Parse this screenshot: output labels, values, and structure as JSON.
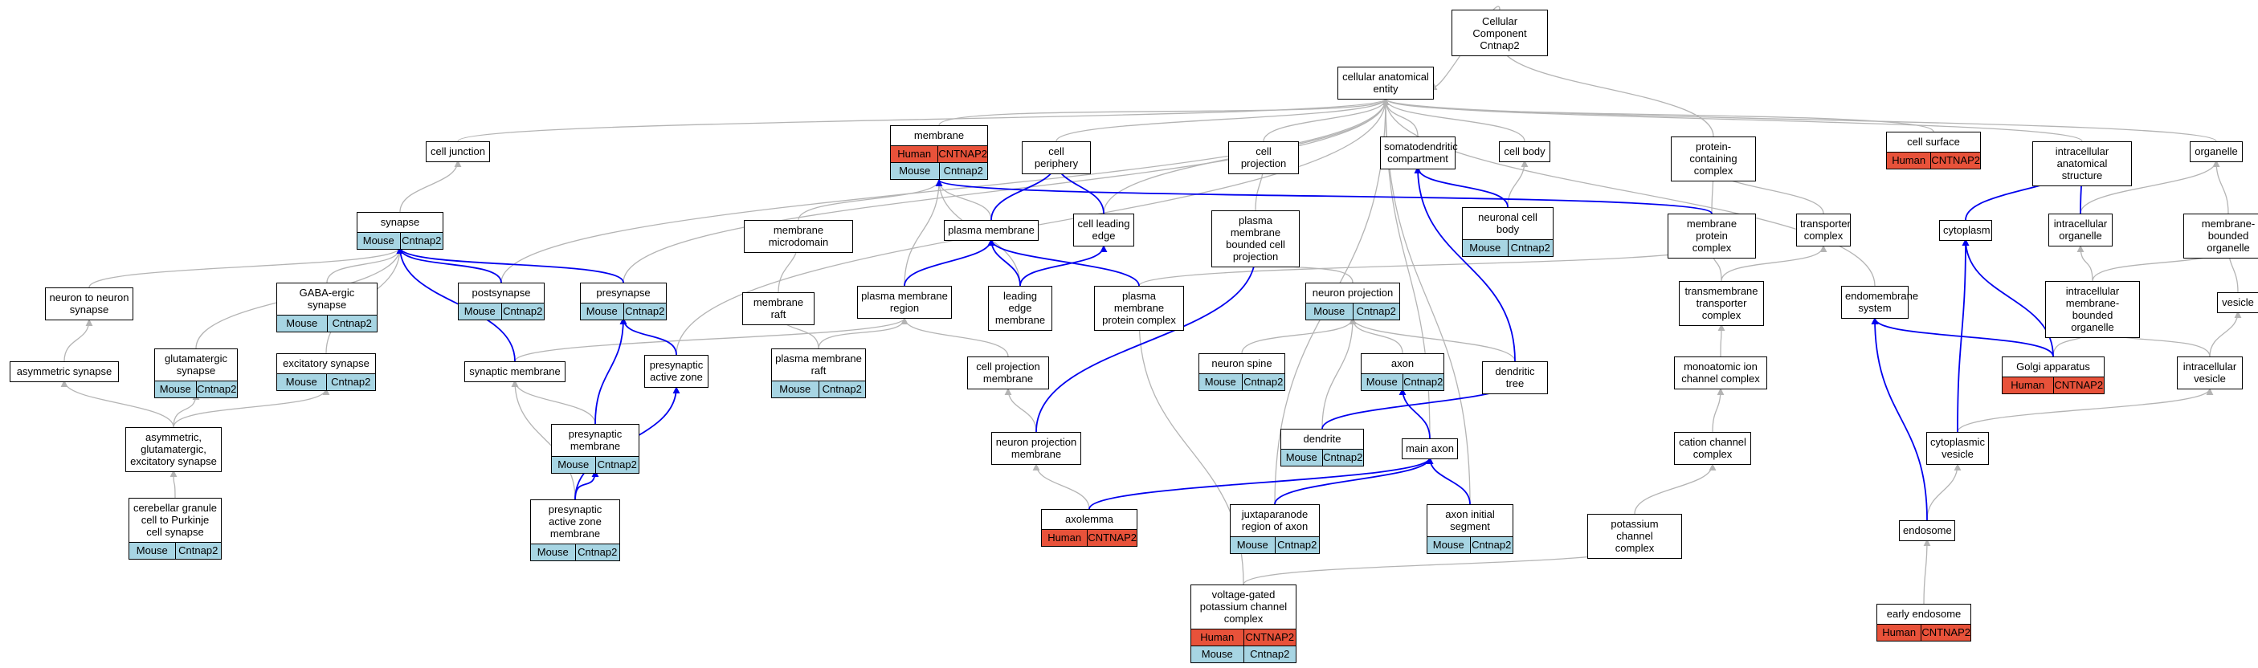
{
  "colors": {
    "isa_edge": "#b4b4b4",
    "partof_edge": "#0000ee",
    "human_badge": "#e8523a",
    "mouse_badge": "#a7d5e3"
  },
  "nodes": [
    {
      "id": "root",
      "lines": [
        "Cellular Component",
        "Cntnap2"
      ],
      "badges": []
    },
    {
      "id": "cae",
      "lines": [
        "cellular anatomical",
        "entity"
      ],
      "badges": []
    },
    {
      "id": "cell_junction",
      "lines": [
        "cell junction"
      ],
      "badges": []
    },
    {
      "id": "membrane",
      "lines": [
        "membrane"
      ],
      "badges": [
        [
          "Human",
          "CNTNAP2"
        ],
        [
          "Mouse",
          "Cntnap2"
        ]
      ]
    },
    {
      "id": "cell_periphery",
      "lines": [
        "cell periphery"
      ],
      "badges": []
    },
    {
      "id": "cell_projection",
      "lines": [
        "cell projection"
      ],
      "badges": []
    },
    {
      "id": "somatodendritic",
      "lines": [
        "somatodendritic",
        "compartment"
      ],
      "badges": []
    },
    {
      "id": "cell_body",
      "lines": [
        "cell body"
      ],
      "badges": []
    },
    {
      "id": "protein_containing",
      "lines": [
        "protein-containing",
        "complex"
      ],
      "badges": []
    },
    {
      "id": "cell_surface",
      "lines": [
        "cell surface"
      ],
      "badges": [
        [
          "Human",
          "CNTNAP2"
        ]
      ]
    },
    {
      "id": "intracellular_anat",
      "lines": [
        "intracellular anatomical structure"
      ],
      "badges": []
    },
    {
      "id": "organelle",
      "lines": [
        "organelle"
      ],
      "badges": []
    },
    {
      "id": "synapse",
      "lines": [
        "synapse"
      ],
      "badges": [
        [
          "Mouse",
          "Cntnap2"
        ]
      ]
    },
    {
      "id": "membrane_microdomain",
      "lines": [
        "membrane microdomain"
      ],
      "badges": []
    },
    {
      "id": "plasma_membrane",
      "lines": [
        "plasma membrane"
      ],
      "badges": []
    },
    {
      "id": "cell_leading_edge",
      "lines": [
        "cell leading",
        "edge"
      ],
      "badges": []
    },
    {
      "id": "pm_bounded_cp",
      "lines": [
        "plasma membrane",
        "bounded cell",
        "projection"
      ],
      "badges": []
    },
    {
      "id": "neuronal_cell_body",
      "lines": [
        "neuronal cell",
        "body"
      ],
      "badges": [
        [
          "Mouse",
          "Cntnap2"
        ]
      ]
    },
    {
      "id": "membrane_protein_complex",
      "lines": [
        "membrane protein",
        "complex"
      ],
      "badges": []
    },
    {
      "id": "transporter_complex",
      "lines": [
        "transporter",
        "complex"
      ],
      "badges": []
    },
    {
      "id": "cytoplasm",
      "lines": [
        "cytoplasm"
      ],
      "badges": []
    },
    {
      "id": "intracellular_organelle",
      "lines": [
        "intracellular",
        "organelle"
      ],
      "badges": []
    },
    {
      "id": "membrane_bounded_organelle",
      "lines": [
        "membrane-bounded",
        "organelle"
      ],
      "badges": []
    },
    {
      "id": "neuron_to_neuron",
      "lines": [
        "neuron to neuron",
        "synapse"
      ],
      "badges": []
    },
    {
      "id": "gaba_synapse",
      "lines": [
        "GABA-ergic synapse"
      ],
      "badges": [
        [
          "Mouse",
          "Cntnap2"
        ]
      ]
    },
    {
      "id": "postsynapse",
      "lines": [
        "postsynapse"
      ],
      "badges": [
        [
          "Mouse",
          "Cntnap2"
        ]
      ]
    },
    {
      "id": "presynapse",
      "lines": [
        "presynapse"
      ],
      "badges": [
        [
          "Mouse",
          "Cntnap2"
        ]
      ]
    },
    {
      "id": "membrane_raft",
      "lines": [
        "membrane raft"
      ],
      "badges": []
    },
    {
      "id": "pm_region",
      "lines": [
        "plasma membrane",
        "region"
      ],
      "badges": []
    },
    {
      "id": "leading_edge_membrane",
      "lines": [
        "leading edge",
        "membrane"
      ],
      "badges": []
    },
    {
      "id": "pm_protein_complex",
      "lines": [
        "plasma membrane",
        "protein complex"
      ],
      "badges": []
    },
    {
      "id": "neuron_projection",
      "lines": [
        "neuron projection"
      ],
      "badges": [
        [
          "Mouse",
          "Cntnap2"
        ]
      ]
    },
    {
      "id": "transmembrane_transporter",
      "lines": [
        "transmembrane",
        "transporter",
        "complex"
      ],
      "badges": []
    },
    {
      "id": "endomembrane_system",
      "lines": [
        "endomembrane",
        "system"
      ],
      "badges": []
    },
    {
      "id": "intracellular_mbo",
      "lines": [
        "intracellular",
        "membrane-bounded",
        "organelle"
      ],
      "badges": []
    },
    {
      "id": "vesicle",
      "lines": [
        "vesicle"
      ],
      "badges": []
    },
    {
      "id": "asymmetric_synapse",
      "lines": [
        "asymmetric synapse"
      ],
      "badges": []
    },
    {
      "id": "glutamatergic_synapse",
      "lines": [
        "glutamatergic",
        "synapse"
      ],
      "badges": [
        [
          "Mouse",
          "Cntnap2"
        ]
      ]
    },
    {
      "id": "excitatory_synapse",
      "lines": [
        "excitatory synapse"
      ],
      "badges": [
        [
          "Mouse",
          "Cntnap2"
        ]
      ]
    },
    {
      "id": "synaptic_membrane",
      "lines": [
        "synaptic membrane"
      ],
      "badges": []
    },
    {
      "id": "presynaptic_active_zone",
      "lines": [
        "presynaptic",
        "active zone"
      ],
      "badges": []
    },
    {
      "id": "pm_raft",
      "lines": [
        "plasma membrane",
        "raft"
      ],
      "badges": [
        [
          "Mouse",
          "Cntnap2"
        ]
      ]
    },
    {
      "id": "cp_membrane",
      "lines": [
        "cell projection",
        "membrane"
      ],
      "badges": []
    },
    {
      "id": "neuron_spine",
      "lines": [
        "neuron spine"
      ],
      "badges": [
        [
          "Mouse",
          "Cntnap2"
        ]
      ]
    },
    {
      "id": "axon",
      "lines": [
        "axon"
      ],
      "badges": [
        [
          "Mouse",
          "Cntnap2"
        ]
      ]
    },
    {
      "id": "dendritic_tree",
      "lines": [
        "dendritic tree"
      ],
      "badges": []
    },
    {
      "id": "monoatomic_ion",
      "lines": [
        "monoatomic ion",
        "channel complex"
      ],
      "badges": []
    },
    {
      "id": "golgi",
      "lines": [
        "Golgi apparatus"
      ],
      "badges": [
        [
          "Human",
          "CNTNAP2"
        ]
      ]
    },
    {
      "id": "intracellular_vesicle",
      "lines": [
        "intracellular",
        "vesicle"
      ],
      "badges": []
    },
    {
      "id": "asym_glut_exc",
      "lines": [
        "asymmetric,",
        "glutamatergic,",
        "excitatory synapse"
      ],
      "badges": []
    },
    {
      "id": "presynaptic_membrane",
      "lines": [
        "presynaptic",
        "membrane"
      ],
      "badges": [
        [
          "Mouse",
          "Cntnap2"
        ]
      ]
    },
    {
      "id": "np_membrane",
      "lines": [
        "neuron projection",
        "membrane"
      ],
      "badges": []
    },
    {
      "id": "dendrite",
      "lines": [
        "dendrite"
      ],
      "badges": [
        [
          "Mouse",
          "Cntnap2"
        ]
      ]
    },
    {
      "id": "main_axon",
      "lines": [
        "main axon"
      ],
      "badges": []
    },
    {
      "id": "cation_channel",
      "lines": [
        "cation channel",
        "complex"
      ],
      "badges": []
    },
    {
      "id": "cytoplasmic_vesicle",
      "lines": [
        "cytoplasmic",
        "vesicle"
      ],
      "badges": []
    },
    {
      "id": "cerebellar_granule",
      "lines": [
        "cerebellar granule",
        "cell to Purkinje",
        "cell synapse"
      ],
      "badges": [
        [
          "Mouse",
          "Cntnap2"
        ]
      ]
    },
    {
      "id": "pazm",
      "lines": [
        "presynaptic",
        "active zone",
        "membrane"
      ],
      "badges": [
        [
          "Mouse",
          "Cntnap2"
        ]
      ]
    },
    {
      "id": "axolemma",
      "lines": [
        "axolemma"
      ],
      "badges": [
        [
          "Human",
          "CNTNAP2"
        ]
      ]
    },
    {
      "id": "juxtaparanode",
      "lines": [
        "juxtaparanode",
        "region of axon"
      ],
      "badges": [
        [
          "Mouse",
          "Cntnap2"
        ]
      ]
    },
    {
      "id": "axon_initial_segment",
      "lines": [
        "axon initial",
        "segment"
      ],
      "badges": [
        [
          "Mouse",
          "Cntnap2"
        ]
      ]
    },
    {
      "id": "potassium_channel",
      "lines": [
        "potassium channel",
        "complex"
      ],
      "badges": []
    },
    {
      "id": "endosome",
      "lines": [
        "endosome"
      ],
      "badges": []
    },
    {
      "id": "vgkc",
      "lines": [
        "voltage-gated",
        "potassium channel",
        "complex"
      ],
      "badges": [
        [
          "Human",
          "CNTNAP2"
        ],
        [
          "Mouse",
          "Cntnap2"
        ]
      ]
    },
    {
      "id": "early_endosome",
      "lines": [
        "early endosome"
      ],
      "badges": [
        [
          "Human",
          "CNTNAP2"
        ]
      ]
    }
  ]
}
